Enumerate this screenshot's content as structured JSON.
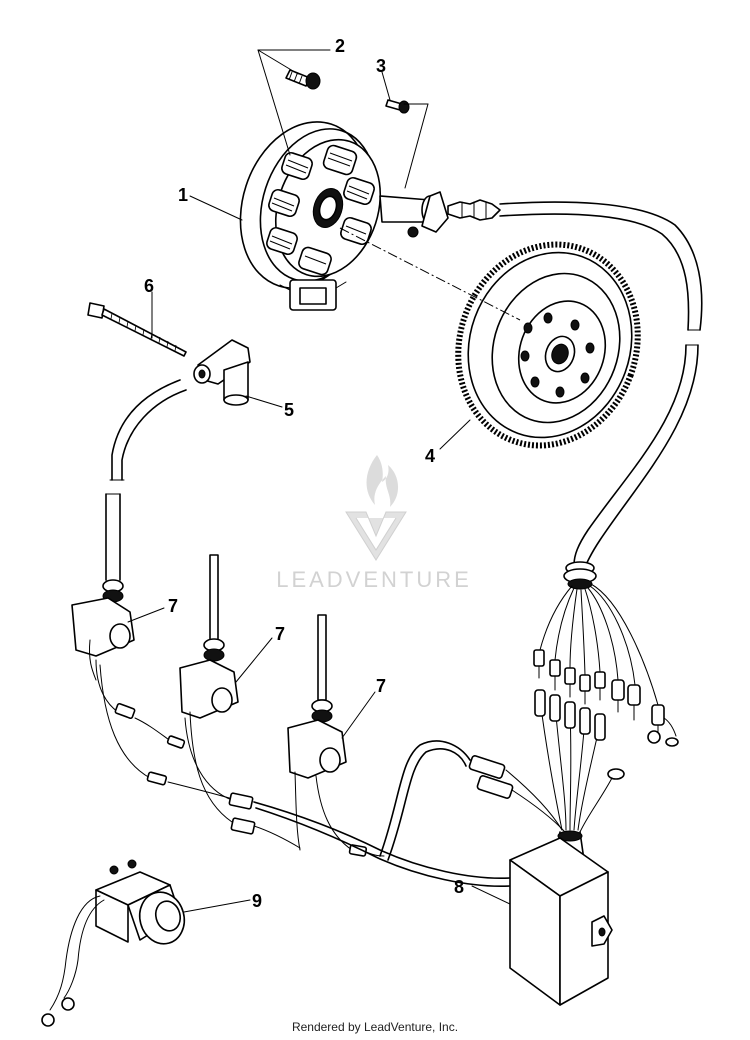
{
  "callouts": {
    "c1": "1",
    "c2": "2",
    "c3": "3",
    "c4": "4",
    "c5": "5",
    "c6": "6",
    "c7a": "7",
    "c7b": "7",
    "c7c": "7",
    "c8": "8",
    "c9": "9"
  },
  "watermark": {
    "text": "LEADVENTURE"
  },
  "footer": {
    "credit": "Rendered by LeadVenture, Inc."
  },
  "colors": {
    "line": "#000000",
    "background": "#ffffff",
    "watermark": "#d2d2d2"
  }
}
